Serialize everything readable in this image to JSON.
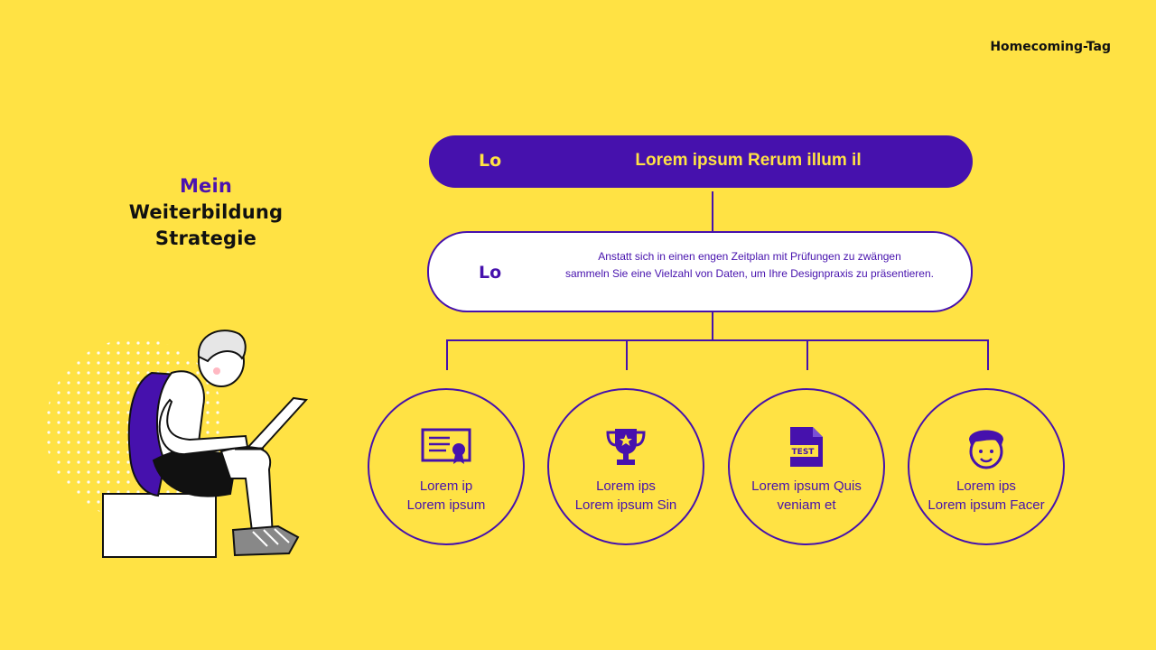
{
  "header": {
    "label": "Homecoming-Tag"
  },
  "title": {
    "line1": "Mein",
    "line2": "Weiterbildung",
    "line3": "Strategie"
  },
  "top_node": {
    "tag": "Lo",
    "heading": "Lorem ipsum Rerum illum il"
  },
  "mid_node": {
    "tag": "Lo",
    "desc_line1": "Anstatt sich in einen engen Zeitplan mit Prüfungen zu zwängen",
    "desc_line2": "sammeln Sie eine Vielzahl von Daten, um Ihre Designpraxis zu präsentieren."
  },
  "circles": [
    {
      "icon": "certificate-icon",
      "line1": "Lorem ip",
      "line2": "Lorem ipsum"
    },
    {
      "icon": "trophy-icon",
      "line1": "Lorem ips",
      "line2": "Lorem ipsum Sin"
    },
    {
      "icon": "test-document-icon",
      "line1": "Lorem ipsum Quis",
      "line2": "veniam et"
    },
    {
      "icon": "face-icon",
      "line1": "Lorem ips",
      "line2": "Lorem ipsum Facer"
    }
  ],
  "colors": {
    "background": "#FFE244",
    "primary": "#4611AD",
    "white": "#FFFFFF"
  }
}
